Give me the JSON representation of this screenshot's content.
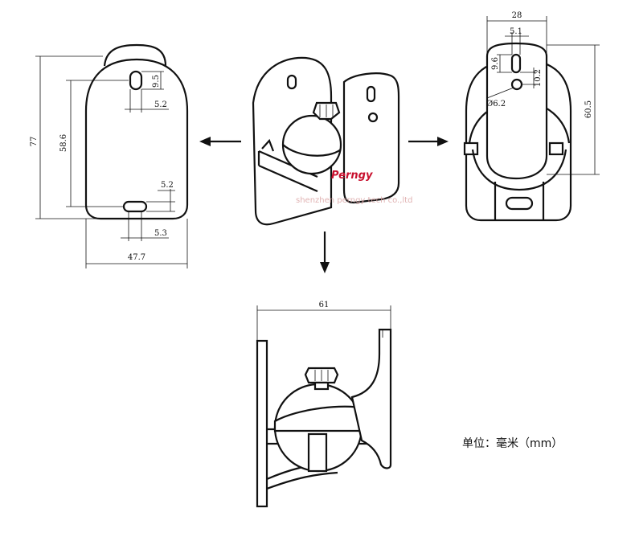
{
  "dimensions": {
    "front": {
      "height_total": "77",
      "height_inner": "58.6",
      "slot_top_h": "9.5",
      "slot_top_w": "5.2",
      "slot_bot_h": "5.2",
      "slot_bot_w": "5.3",
      "width": "47.7"
    },
    "back": {
      "width": "28",
      "slot_w": "5.1",
      "slot_h": "9.6",
      "hole_offset": "10.2",
      "hole_dia": "Ø6.2",
      "height": "60.5"
    },
    "side": {
      "depth": "61"
    }
  },
  "brand": {
    "logo": "Perngy",
    "watermark": "shenzhen perngy tech co.,ltd"
  },
  "unit_note": "单位：毫米（mm）"
}
